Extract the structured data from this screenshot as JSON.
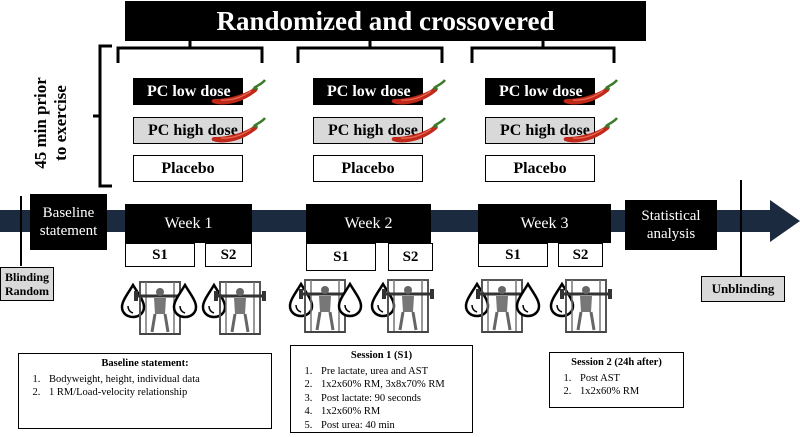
{
  "title": "Randomized and crossovered",
  "side_label": {
    "line1": "45 min prior",
    "line2": "to exercise"
  },
  "doses": {
    "low": "PC low dose",
    "high": "PC high dose",
    "placebo": "Placebo"
  },
  "timeline": {
    "baseline_line1": "Baseline",
    "baseline_line2": "statement",
    "weeks": [
      "Week 1",
      "Week 2",
      "Week 3"
    ],
    "statistical_line1": "Statistical",
    "statistical_line2": "analysis"
  },
  "session_labels": {
    "s1": "S1",
    "s2": "S2"
  },
  "blinding": {
    "line1": "Blinding",
    "line2": "Random"
  },
  "unblinding": "Unblinding",
  "baseline_box": {
    "title": "Baseline statement:",
    "items": [
      "Bodyweight, height, individual data",
      "1 RM/Load-velocity relationship"
    ]
  },
  "session1_box": {
    "title": "Session 1 (S1)",
    "items": [
      "Pre lactate, urea and AST",
      "1x2x60% RM, 3x8x70% RM",
      "Post lactate: 90 seconds",
      "1x2x60% RM",
      "Post urea: 40 min"
    ]
  },
  "session2_box": {
    "title": "Session 2 (24h after)",
    "items": [
      "Post AST",
      "1x2x60% RM"
    ]
  },
  "colors": {
    "chili": "#c0281a",
    "stem": "#3a7a2a",
    "arrow": "#1c2a40",
    "gray": "#d9d9d9"
  },
  "icons": [
    "chili-pepper-icon",
    "blood-drop-icon",
    "squat-rack-icon"
  ]
}
